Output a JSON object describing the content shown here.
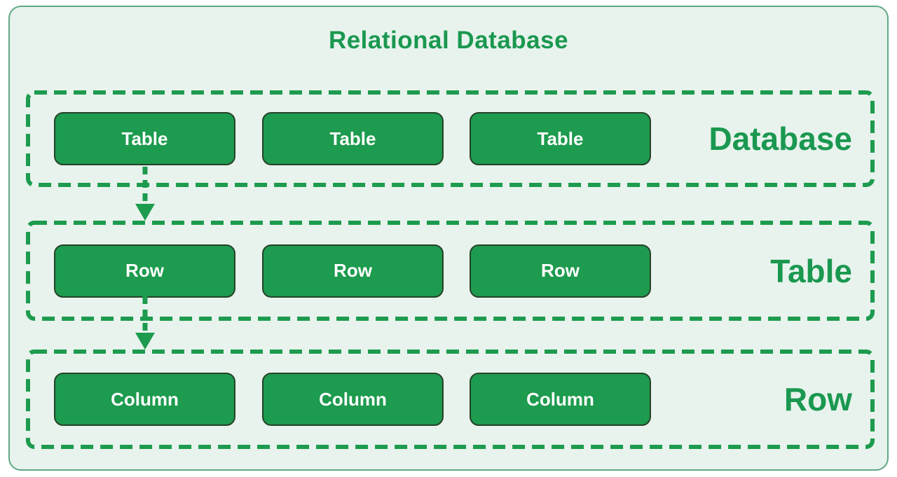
{
  "title": "Relational Database",
  "colors": {
    "canvas_bg": "#ffffff",
    "panel_bg": "#e8f3ed",
    "panel_border": "#5fa882",
    "green": "#1d9b4e",
    "title_green": "#1a9850",
    "box_fill": "#1d9b4e",
    "box_border": "#26422a",
    "box_text": "#ffffff"
  },
  "icons": {
    "arrow_down": "↓"
  },
  "sections": [
    {
      "label": "Database",
      "boxes": [
        "Table",
        "Table",
        "Table"
      ]
    },
    {
      "label": "Table",
      "boxes": [
        "Row",
        "Row",
        "Row"
      ]
    },
    {
      "label": "Row",
      "boxes": [
        "Column",
        "Column",
        "Column"
      ]
    }
  ]
}
